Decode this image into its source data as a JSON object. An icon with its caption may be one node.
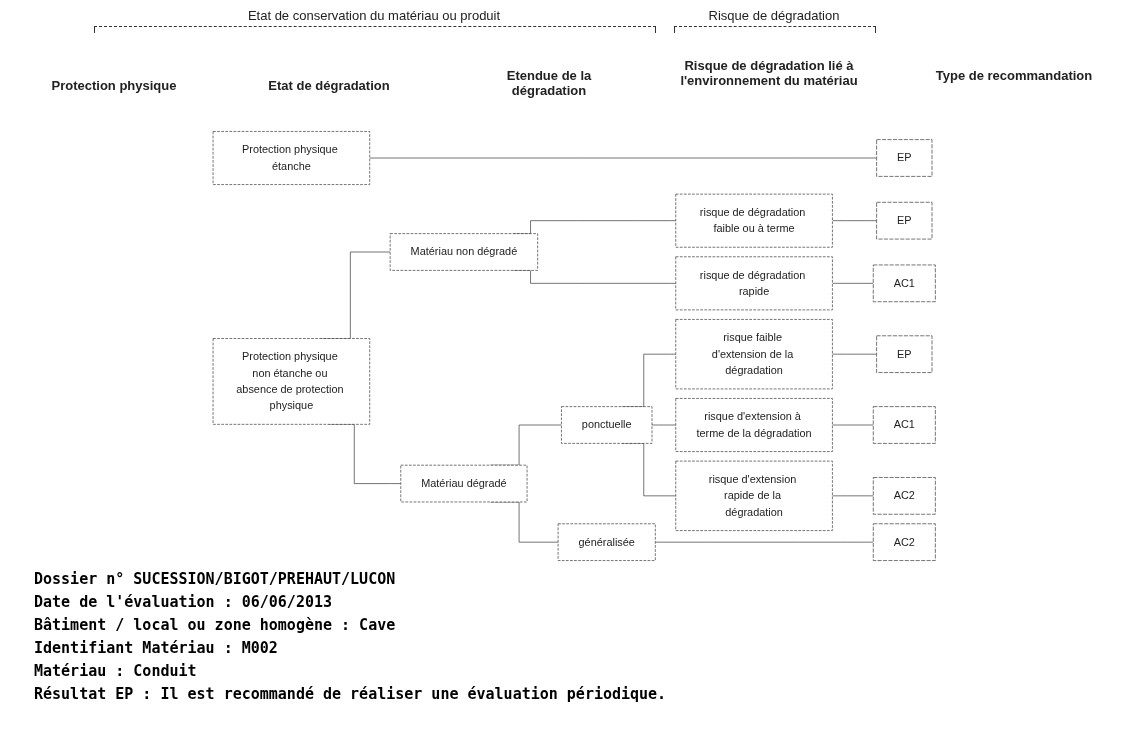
{
  "diagram": {
    "nodes": [
      {
        "text": [
          "Protection physique étanche"
        ]
      },
      {
        "text": [
          "EP"
        ]
      },
      {
        "text": [
          "Matériau non dégradé"
        ]
      },
      {
        "text": [
          "risque de dégradation faible ou à terme"
        ]
      },
      {
        "text": [
          "EP"
        ]
      },
      {
        "text": [
          "Protection physique non étanche ou absence de protection physique"
        ]
      },
      {
        "text": [
          "risque de dégradation rapide"
        ]
      },
      {
        "text": [
          "AC1"
        ]
      },
      {
        "text": [
          "risque faible d'extension de la dégradation"
        ]
      },
      {
        "text": [
          "EP"
        ]
      },
      {
        "text": [
          "ponctuelle"
        ]
      },
      {
        "text": [
          "risque d'extension à terme de la dégradation"
        ]
      },
      {
        "text": [
          "AC1"
        ]
      },
      {
        "text": [
          "Matériau dégradé"
        ]
      },
      {
        "text": [
          "risque d'extension rapide de la dégradation"
        ]
      },
      {
        "text": [
          "AC2"
        ]
      },
      {
        "text": [
          "généralisée"
        ]
      },
      {
        "text": [
          "AC2"
        ]
      }
    ],
    "edges": [
      {
        "from": 0,
        "to": 1,
        "arrow": "none"
      },
      {
        "from": 5,
        "to": 2,
        "arrow": "none"
      },
      {
        "from": 5,
        "to": 13,
        "arrow": "none"
      },
      {
        "from": 2,
        "to": 3,
        "arrow": "none"
      },
      {
        "from": 2,
        "to": 6,
        "arrow": "none"
      },
      {
        "from": 3,
        "to": 4,
        "arrow": "none"
      },
      {
        "from": 6,
        "to": 7,
        "arrow": "none"
      },
      {
        "from": 13,
        "to": 10,
        "arrow": "none"
      },
      {
        "from": 13,
        "to": 16,
        "arrow": "none"
      },
      {
        "from": 10,
        "to": 8,
        "arrow": "none"
      },
      {
        "from": 10,
        "to": 11,
        "arrow": "none"
      },
      {
        "from": 10,
        "to": 14,
        "arrow": "none"
      },
      {
        "from": 8,
        "to": 9,
        "arrow": "none"
      },
      {
        "from": 11,
        "to": 12,
        "arrow": "none"
      },
      {
        "from": 14,
        "to": 15,
        "arrow": "none"
      },
      {
        "from": 16,
        "to": 17,
        "arrow": "none"
      }
    ],
    "labels": [
      "Etat de conservation du matériau ou produit",
      "Risque de dégradation",
      "Protection physique",
      "Etat de dégradation",
      "Etendue de la dégradation",
      "Risque de dégradation lié à l'environnement du matériau",
      "Type de recommandation",
      "Dossier n° SUCESSION/BIGOT/PREHAUT/LUCON",
      "Date de l'évaluation : 06/06/2013",
      "Bâtiment / local ou zone homogène : Cave",
      "Identifiant Matériau : M002",
      "Matériau : Conduit",
      "Résultat EP : Il est recommandé de réaliser une évaluation périodique."
    ]
  }
}
